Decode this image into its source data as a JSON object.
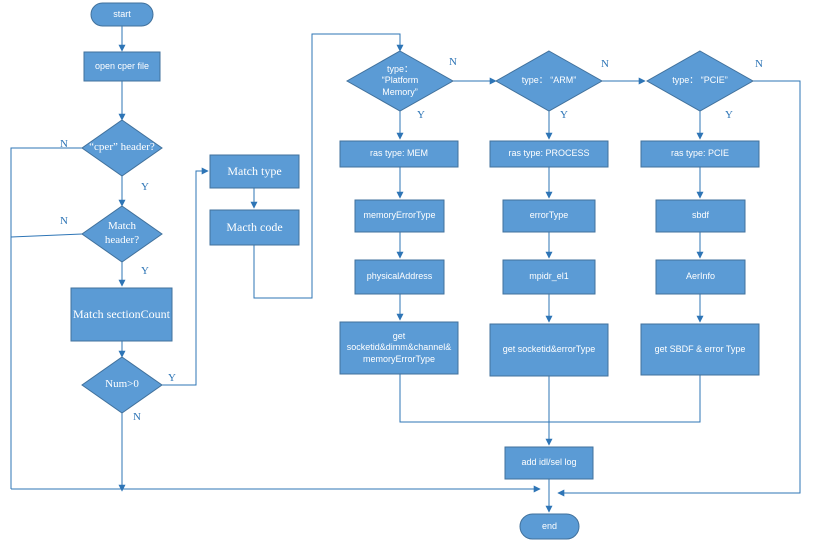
{
  "nodes": {
    "start": "start",
    "open_cper_file": "open cper file",
    "cper_header": "“cper” header?",
    "match_header": "Match header?",
    "match_section_count": "Match sectionCount",
    "num_gt_0": "Num>0",
    "match_type": "Match type",
    "match_code": "Macth code",
    "type_platform_memory": "type： “Platform Memory”",
    "type_arm": "type： “ARM”",
    "type_pcie": "type： “PCIE”",
    "ras_type_mem": "ras type: MEM",
    "ras_type_process": "ras type: PROCESS",
    "ras_type_pcie": "ras type: PCIE",
    "memory_error_type": "memoryErrorType",
    "error_type": "errorType",
    "sbdf": "sbdf",
    "physical_address": "physicalAddress",
    "mpidr_el1": "mpidr_el1",
    "aer_info": "AerInfo",
    "get_socketid_mem": "get socketid&dimm&channel& memoryErrorType",
    "get_socketid_error": "get socketid&errorType",
    "get_sbdf_error": "get SBDF & error Type",
    "add_idl_sel_log": "add idl/sel log",
    "end": "end"
  },
  "edge_labels": {
    "cper_no": "N",
    "cper_yes": "Y",
    "match_no": "N",
    "match_yes": "Y",
    "num_yes": "Y",
    "num_no": "N",
    "pm_no": "N",
    "pm_yes": "Y",
    "arm_no": "N",
    "arm_yes": "Y",
    "pcie_no": "N",
    "pcie_yes": "Y"
  },
  "colors": {
    "shape_fill": "#5b9bd5",
    "shape_stroke": "#41719c",
    "connector": "#2e75b6",
    "label_text": "#ffffff"
  }
}
